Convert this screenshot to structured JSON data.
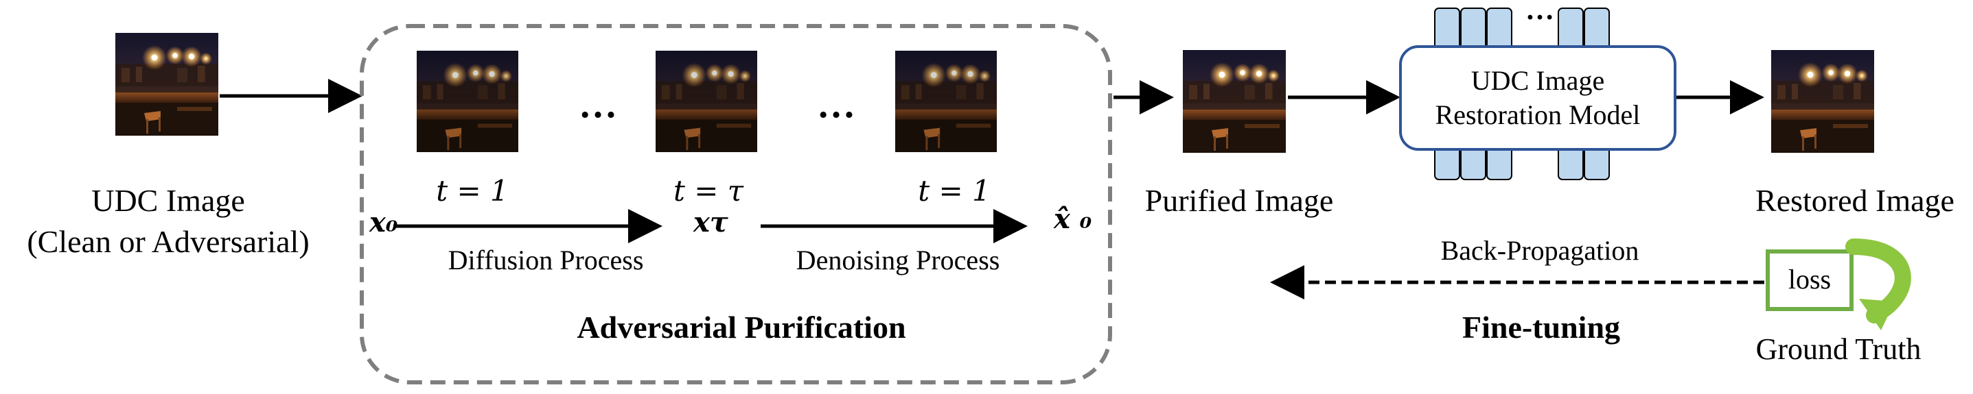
{
  "udc_input": {
    "line1": "UDC Image",
    "line2": "(Clean or Adversarial)"
  },
  "purification": {
    "title": "Adversarial Purification",
    "ellipsis_1": "…",
    "ellipsis_2": "…",
    "t_first": "t = 1",
    "t_middle": "t = τ",
    "t_last": "t = 1",
    "x0_label": "x₀",
    "xtau_label": "xτ",
    "xhat_label": "x̂ ₀",
    "diffusion_label": "Diffusion Process",
    "denoising_label": "Denoising Process"
  },
  "purified": {
    "label": "Purified Image"
  },
  "model": {
    "line1": "UDC Image",
    "line2": "Restoration Model",
    "ellipsis": "…"
  },
  "restored": {
    "label": "Restored Image"
  },
  "finetune": {
    "backprop_label": "Back-Propagation",
    "title": "Fine-tuning",
    "loss_label": "loss",
    "ground_truth_label": "Ground Truth"
  },
  "colors": {
    "dashed_box": "#7f7f7f",
    "model_border": "#2f5597",
    "model_blocks": "#bdd7ee",
    "loss_box": "#70ad47",
    "curve_arrow": "#8dc63f"
  }
}
